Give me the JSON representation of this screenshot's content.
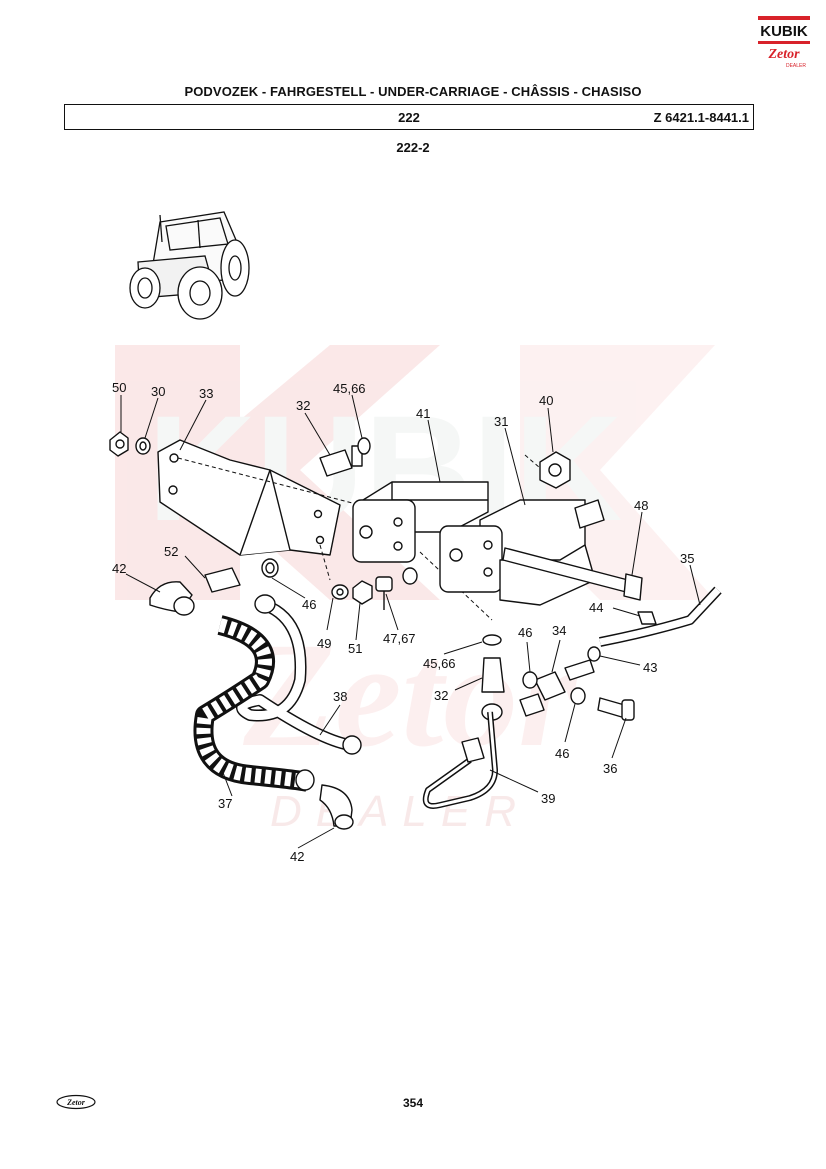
{
  "header": {
    "title": "PODVOZEK - FAHRGESTELL - UNDER-CARRIAGE - CHÂSSIS - CHASISO",
    "group_number": "222",
    "model_range": "Z 6421.1-8441.1",
    "subgroup": "222-2"
  },
  "logo": {
    "brand": "KUBIK",
    "sub_brand": "Zetor",
    "tag": "DEALER",
    "accent_color": "#d8222a"
  },
  "watermark": {
    "brand": "KUBIK",
    "sub_brand": "Zetor",
    "tag": "DEALER",
    "color": "#f5d0d0"
  },
  "callouts": [
    {
      "id": "c-50",
      "text": "50"
    },
    {
      "id": "c-30",
      "text": "30"
    },
    {
      "id": "c-33",
      "text": "33"
    },
    {
      "id": "c-45-66-top",
      "text": "45,66"
    },
    {
      "id": "c-32-top",
      "text": "32"
    },
    {
      "id": "c-41",
      "text": "41"
    },
    {
      "id": "c-31",
      "text": "31"
    },
    {
      "id": "c-40",
      "text": "40"
    },
    {
      "id": "c-48",
      "text": "48"
    },
    {
      "id": "c-35",
      "text": "35"
    },
    {
      "id": "c-52",
      "text": "52"
    },
    {
      "id": "c-42-left",
      "text": "42"
    },
    {
      "id": "c-46-left",
      "text": "46"
    },
    {
      "id": "c-49",
      "text": "49"
    },
    {
      "id": "c-51",
      "text": "51"
    },
    {
      "id": "c-47-67",
      "text": "47,67"
    },
    {
      "id": "c-44",
      "text": "44"
    },
    {
      "id": "c-43",
      "text": "43"
    },
    {
      "id": "c-46-mid",
      "text": "46"
    },
    {
      "id": "c-34",
      "text": "34"
    },
    {
      "id": "c-45-66-bottom",
      "text": "45,66"
    },
    {
      "id": "c-32-bottom",
      "text": "32"
    },
    {
      "id": "c-38",
      "text": "38"
    },
    {
      "id": "c-46-right",
      "text": "46"
    },
    {
      "id": "c-36",
      "text": "36"
    },
    {
      "id": "c-39",
      "text": "39"
    },
    {
      "id": "c-37",
      "text": "37"
    },
    {
      "id": "c-42-bottom",
      "text": "42"
    }
  ],
  "footer": {
    "page_number": "354",
    "corner_logo": "Zetor"
  }
}
